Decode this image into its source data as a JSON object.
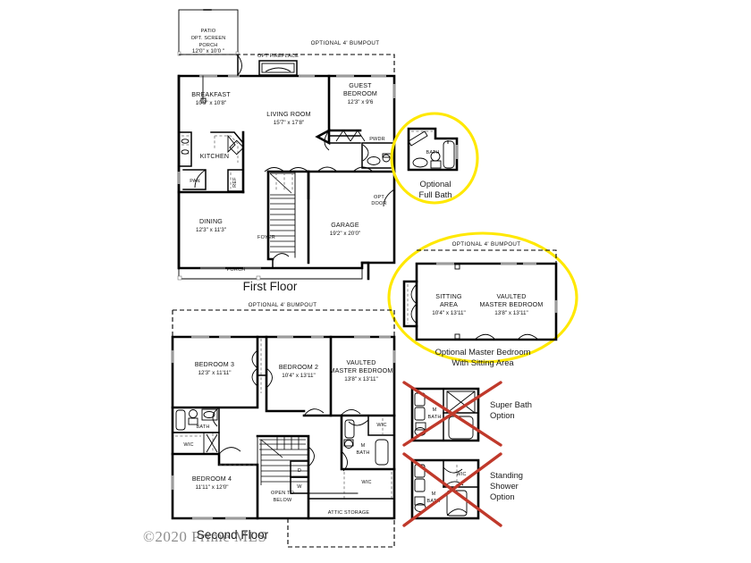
{
  "document": {
    "type": "floor-plan",
    "watermark": "©2020 Prime MLS",
    "background_color": "#ffffff",
    "highlight_color": "#FFE800",
    "strike_color": "#C0392B"
  },
  "first_floor": {
    "label": "First Floor",
    "bumpout_note": "OPTIONAL 4' BUMPOUT",
    "rooms": [
      {
        "name": "PATIO",
        "line2": "OPT. SCREEN",
        "line3": "PORCH",
        "dims": "12'0\" x 10'0 \""
      },
      {
        "name": "OPT FIREPLACE",
        "dims": ""
      },
      {
        "name": "BREAKFAST",
        "dims": "10'9\" x 10'8\""
      },
      {
        "name": "LIVING ROOM",
        "dims": "15'7\" x 17'8\""
      },
      {
        "name": "GUEST",
        "line2": "BEDROOM",
        "dims": "12'3\" x 9'6"
      },
      {
        "name": "KITCHEN",
        "dims": ""
      },
      {
        "name": "PAN",
        "dims": ""
      },
      {
        "name": "REF",
        "dims": ""
      },
      {
        "name": "DINING",
        "dims": "12'3\" x 11'3\""
      },
      {
        "name": "FOYER",
        "dims": ""
      },
      {
        "name": "GARAGE",
        "dims": "19'2\" x 20'0\""
      },
      {
        "name": "PORCH",
        "dims": ""
      },
      {
        "name": "PWDR",
        "dims": ""
      },
      {
        "name": "OPT",
        "line2": "DOOR",
        "dims": ""
      }
    ]
  },
  "second_floor": {
    "label": "Second Floor",
    "bumpout_note": "OPTIONAL 4' BUMPOUT",
    "rooms": [
      {
        "name": "BEDROOM 3",
        "dims": "12'3\" x 11'11\""
      },
      {
        "name": "BEDROOM 2",
        "dims": "10'4\" x 13'11\""
      },
      {
        "name": "VAULTED",
        "line2": "MASTER BEDROOM",
        "dims": "13'8\" x 13'11\""
      },
      {
        "name": "BATH",
        "dims": ""
      },
      {
        "name": "WIC",
        "dims": ""
      },
      {
        "name": "M",
        "line2": "BATH",
        "dims": ""
      },
      {
        "name": "BEDROOM 4",
        "dims": "11'11\" x 12'0\""
      },
      {
        "name": "OPEN TO",
        "line2": "BELOW",
        "dims": ""
      },
      {
        "name": "ATTIC STORAGE",
        "dims": ""
      },
      {
        "name": "D",
        "dims": ""
      },
      {
        "name": "W",
        "dims": ""
      }
    ]
  },
  "options": {
    "full_bath": {
      "caption_line1": "Optional",
      "caption_line2": "Full Bath",
      "room_label": "BATH",
      "highlighted": true
    },
    "master_sitting": {
      "caption_line1": "Optional Master Bedroom",
      "caption_line2": "With Sitting Area",
      "bumpout_note": "OPTIONAL 4' BUMPOUT",
      "rooms": [
        {
          "name": "SITTING",
          "line2": "AREA",
          "dims": "10'4\" x 13'11\""
        },
        {
          "name": "VAULTED",
          "line2": "MASTER BEDROOM",
          "dims": "13'8\" x 13'11\""
        }
      ],
      "highlighted": true
    },
    "super_bath": {
      "caption_line1": "Super Bath",
      "caption_line2": "Option",
      "room_label": "M",
      "room_label2": "BATH",
      "struck_out": true
    },
    "standing_shower": {
      "caption_line1": "Standing",
      "caption_line2": "Shower",
      "caption_line3": "Option",
      "room_label": "M",
      "room_label2": "BATH",
      "wic_label": "WIC",
      "struck_out": true
    }
  }
}
